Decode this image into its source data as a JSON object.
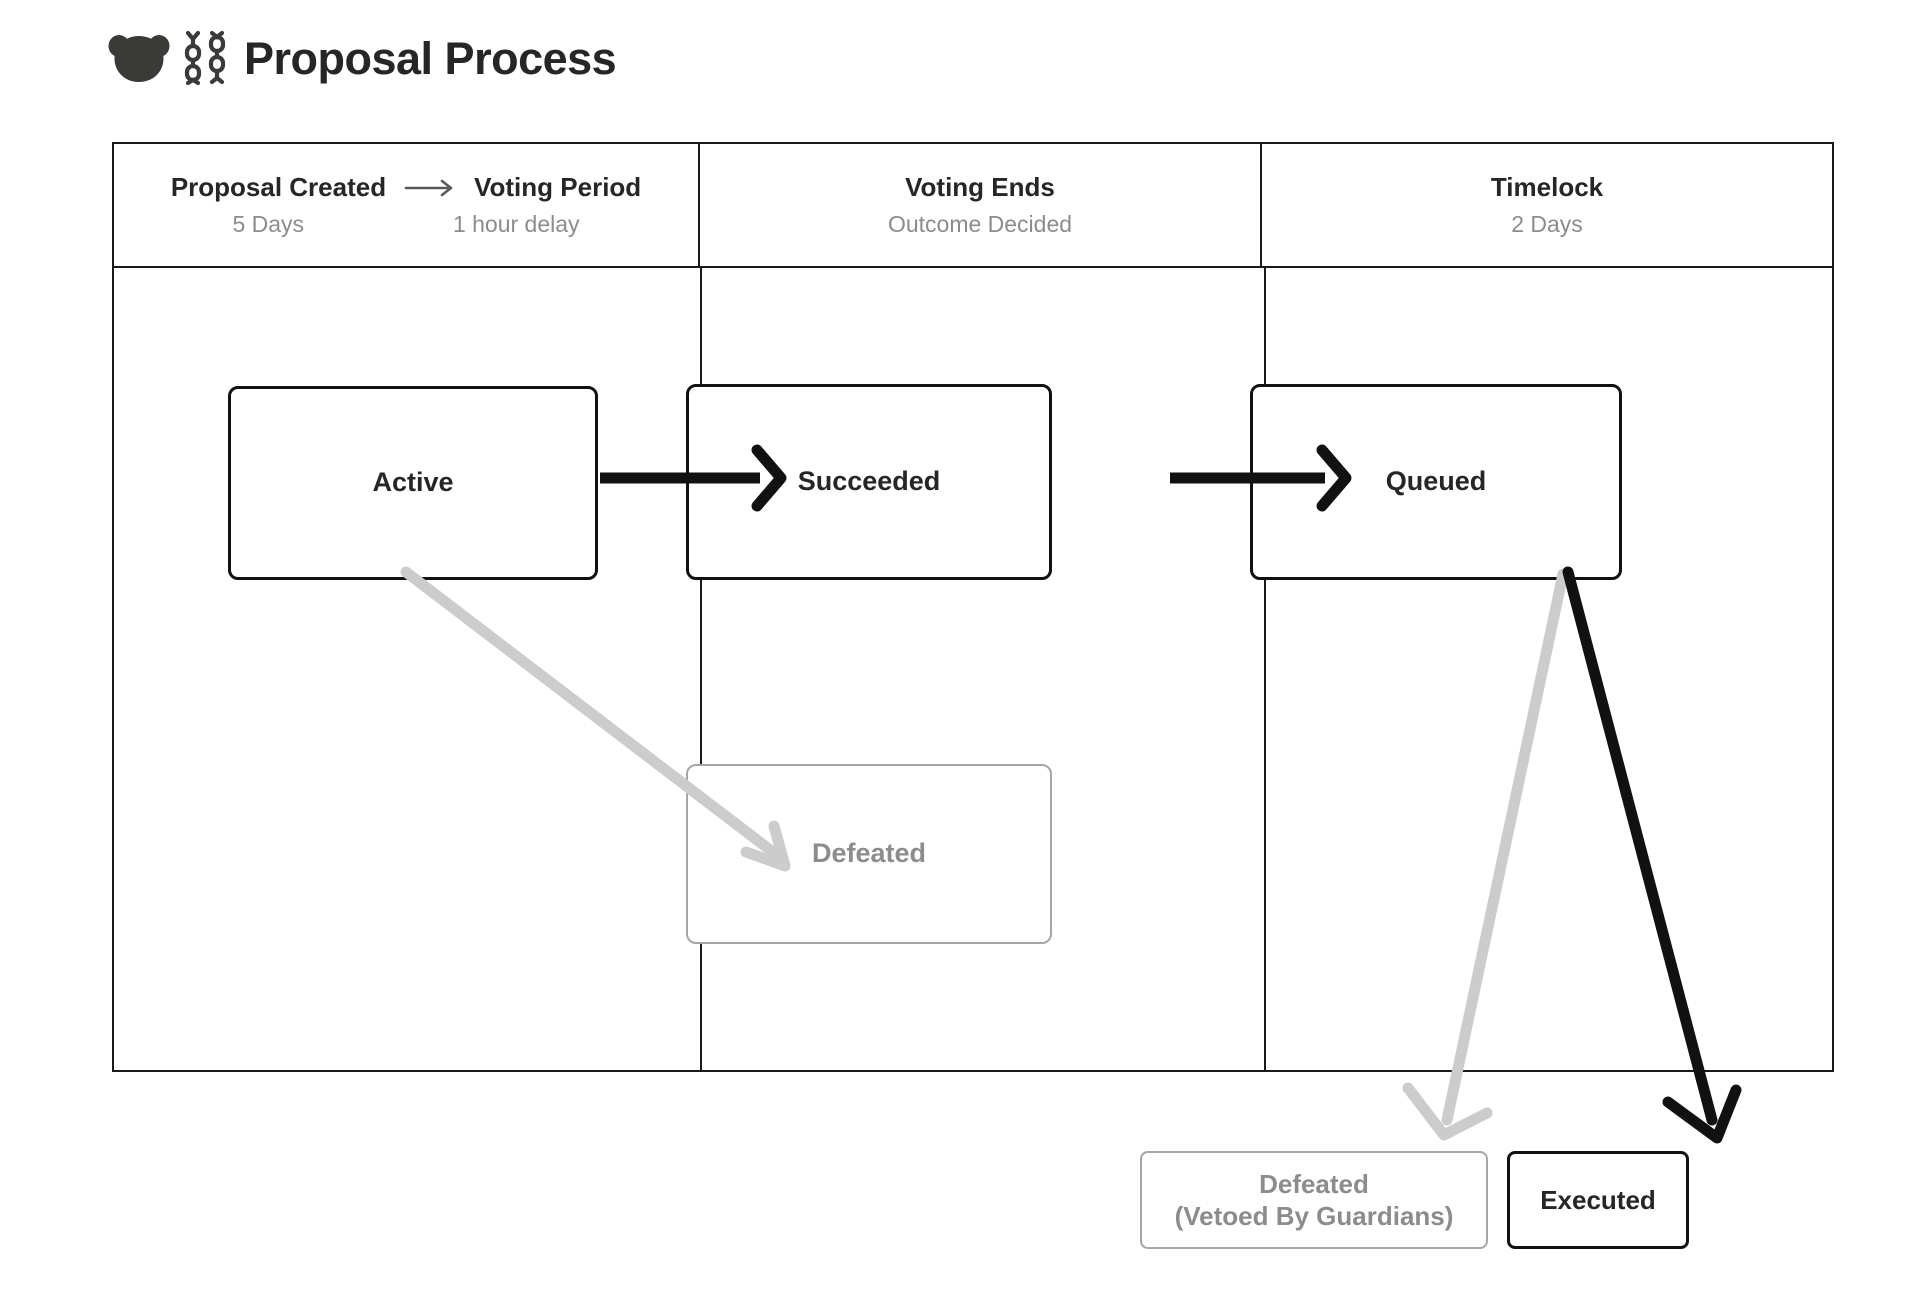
{
  "header": {
    "title": "Proposal Process",
    "logo_icon": "bear-head-icon",
    "chain_icon": "chain-links-icon"
  },
  "diagram": {
    "columns": [
      {
        "id": "voting-period",
        "title_left": "Proposal Created",
        "title_arrow_icon": "arrow-right-icon",
        "title_right": "Voting Period",
        "sub_left": "5 Days",
        "sub_right": "1 hour delay"
      },
      {
        "id": "voting-ends",
        "title": "Voting Ends",
        "subtitle": "Outcome Decided"
      },
      {
        "id": "timelock",
        "title": "Timelock",
        "subtitle": "2 Days"
      }
    ],
    "states": [
      {
        "id": "active",
        "label": "Active",
        "style": "solid"
      },
      {
        "id": "succeeded",
        "label": "Succeeded",
        "style": "solid"
      },
      {
        "id": "queued",
        "label": "Queued",
        "style": "solid"
      },
      {
        "id": "defeated",
        "label": "Defeated",
        "style": "muted"
      },
      {
        "id": "defeated-vetoed",
        "label_line1": "Defeated",
        "label_line2": "(Vetoed By Guardians)",
        "style": "muted"
      },
      {
        "id": "executed",
        "label": "Executed",
        "style": "solid"
      }
    ],
    "transitions": [
      {
        "from": "active",
        "to": "succeeded",
        "emphasis": "primary"
      },
      {
        "from": "succeeded",
        "to": "queued",
        "emphasis": "primary"
      },
      {
        "from": "active",
        "to": "defeated",
        "emphasis": "muted"
      },
      {
        "from": "queued",
        "to": "defeated-vetoed",
        "emphasis": "muted"
      },
      {
        "from": "queued",
        "to": "executed",
        "emphasis": "primary"
      }
    ]
  },
  "colors": {
    "primary_stroke": "#111111",
    "muted_stroke": "#cccccc",
    "muted_border": "#a6a6a6",
    "muted_text": "#8c8c8c",
    "frame_border": "#1a1a1a",
    "title_text": "#262626",
    "background": "#ffffff"
  }
}
